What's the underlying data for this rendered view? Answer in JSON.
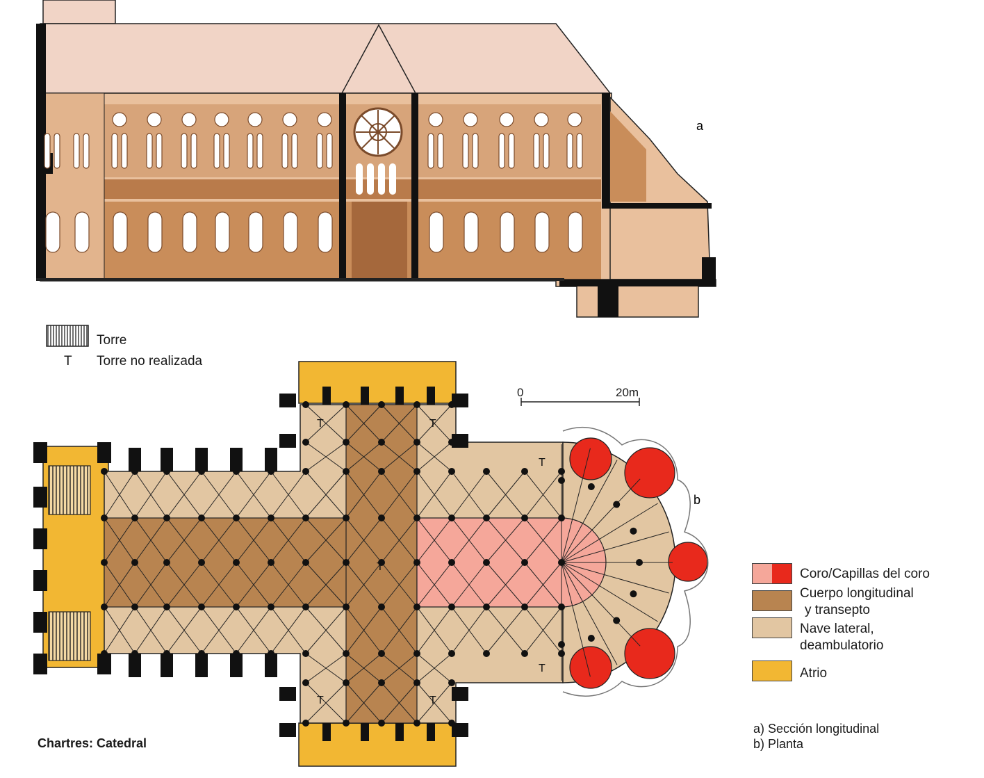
{
  "section": {
    "panel_letter": "a"
  },
  "plan": {
    "panel_letter": "b",
    "tower_marker": "T",
    "scale": {
      "start": "0",
      "end": "20m"
    }
  },
  "tower_legend": {
    "torre": "Torre",
    "t_symbol": "T",
    "torre_no_realizada": "Torre no realizada"
  },
  "color_legend": [
    {
      "label": "Coro/Capillas del coro",
      "colors": [
        "#f5a79a",
        "#e8291c"
      ]
    },
    {
      "label": "Cuerpo longitudinal",
      "label2": "y transepto",
      "colors": [
        "#b88450"
      ]
    },
    {
      "label": "Nave lateral,",
      "label2": "deambulatorio",
      "colors": [
        "#e2c6a2"
      ]
    },
    {
      "label": "Atrio",
      "colors": [
        "#f2b733"
      ]
    }
  ],
  "caption": "Chartres: Catedral",
  "notes": [
    "a) Sección longitudinal",
    "b) Planta"
  ],
  "colors": {
    "roof": "#f1d4c6",
    "wall_light": "#e9c09d",
    "wall_mid": "#c9925f",
    "wall_dark": "#a5683c",
    "black": "#111111"
  }
}
